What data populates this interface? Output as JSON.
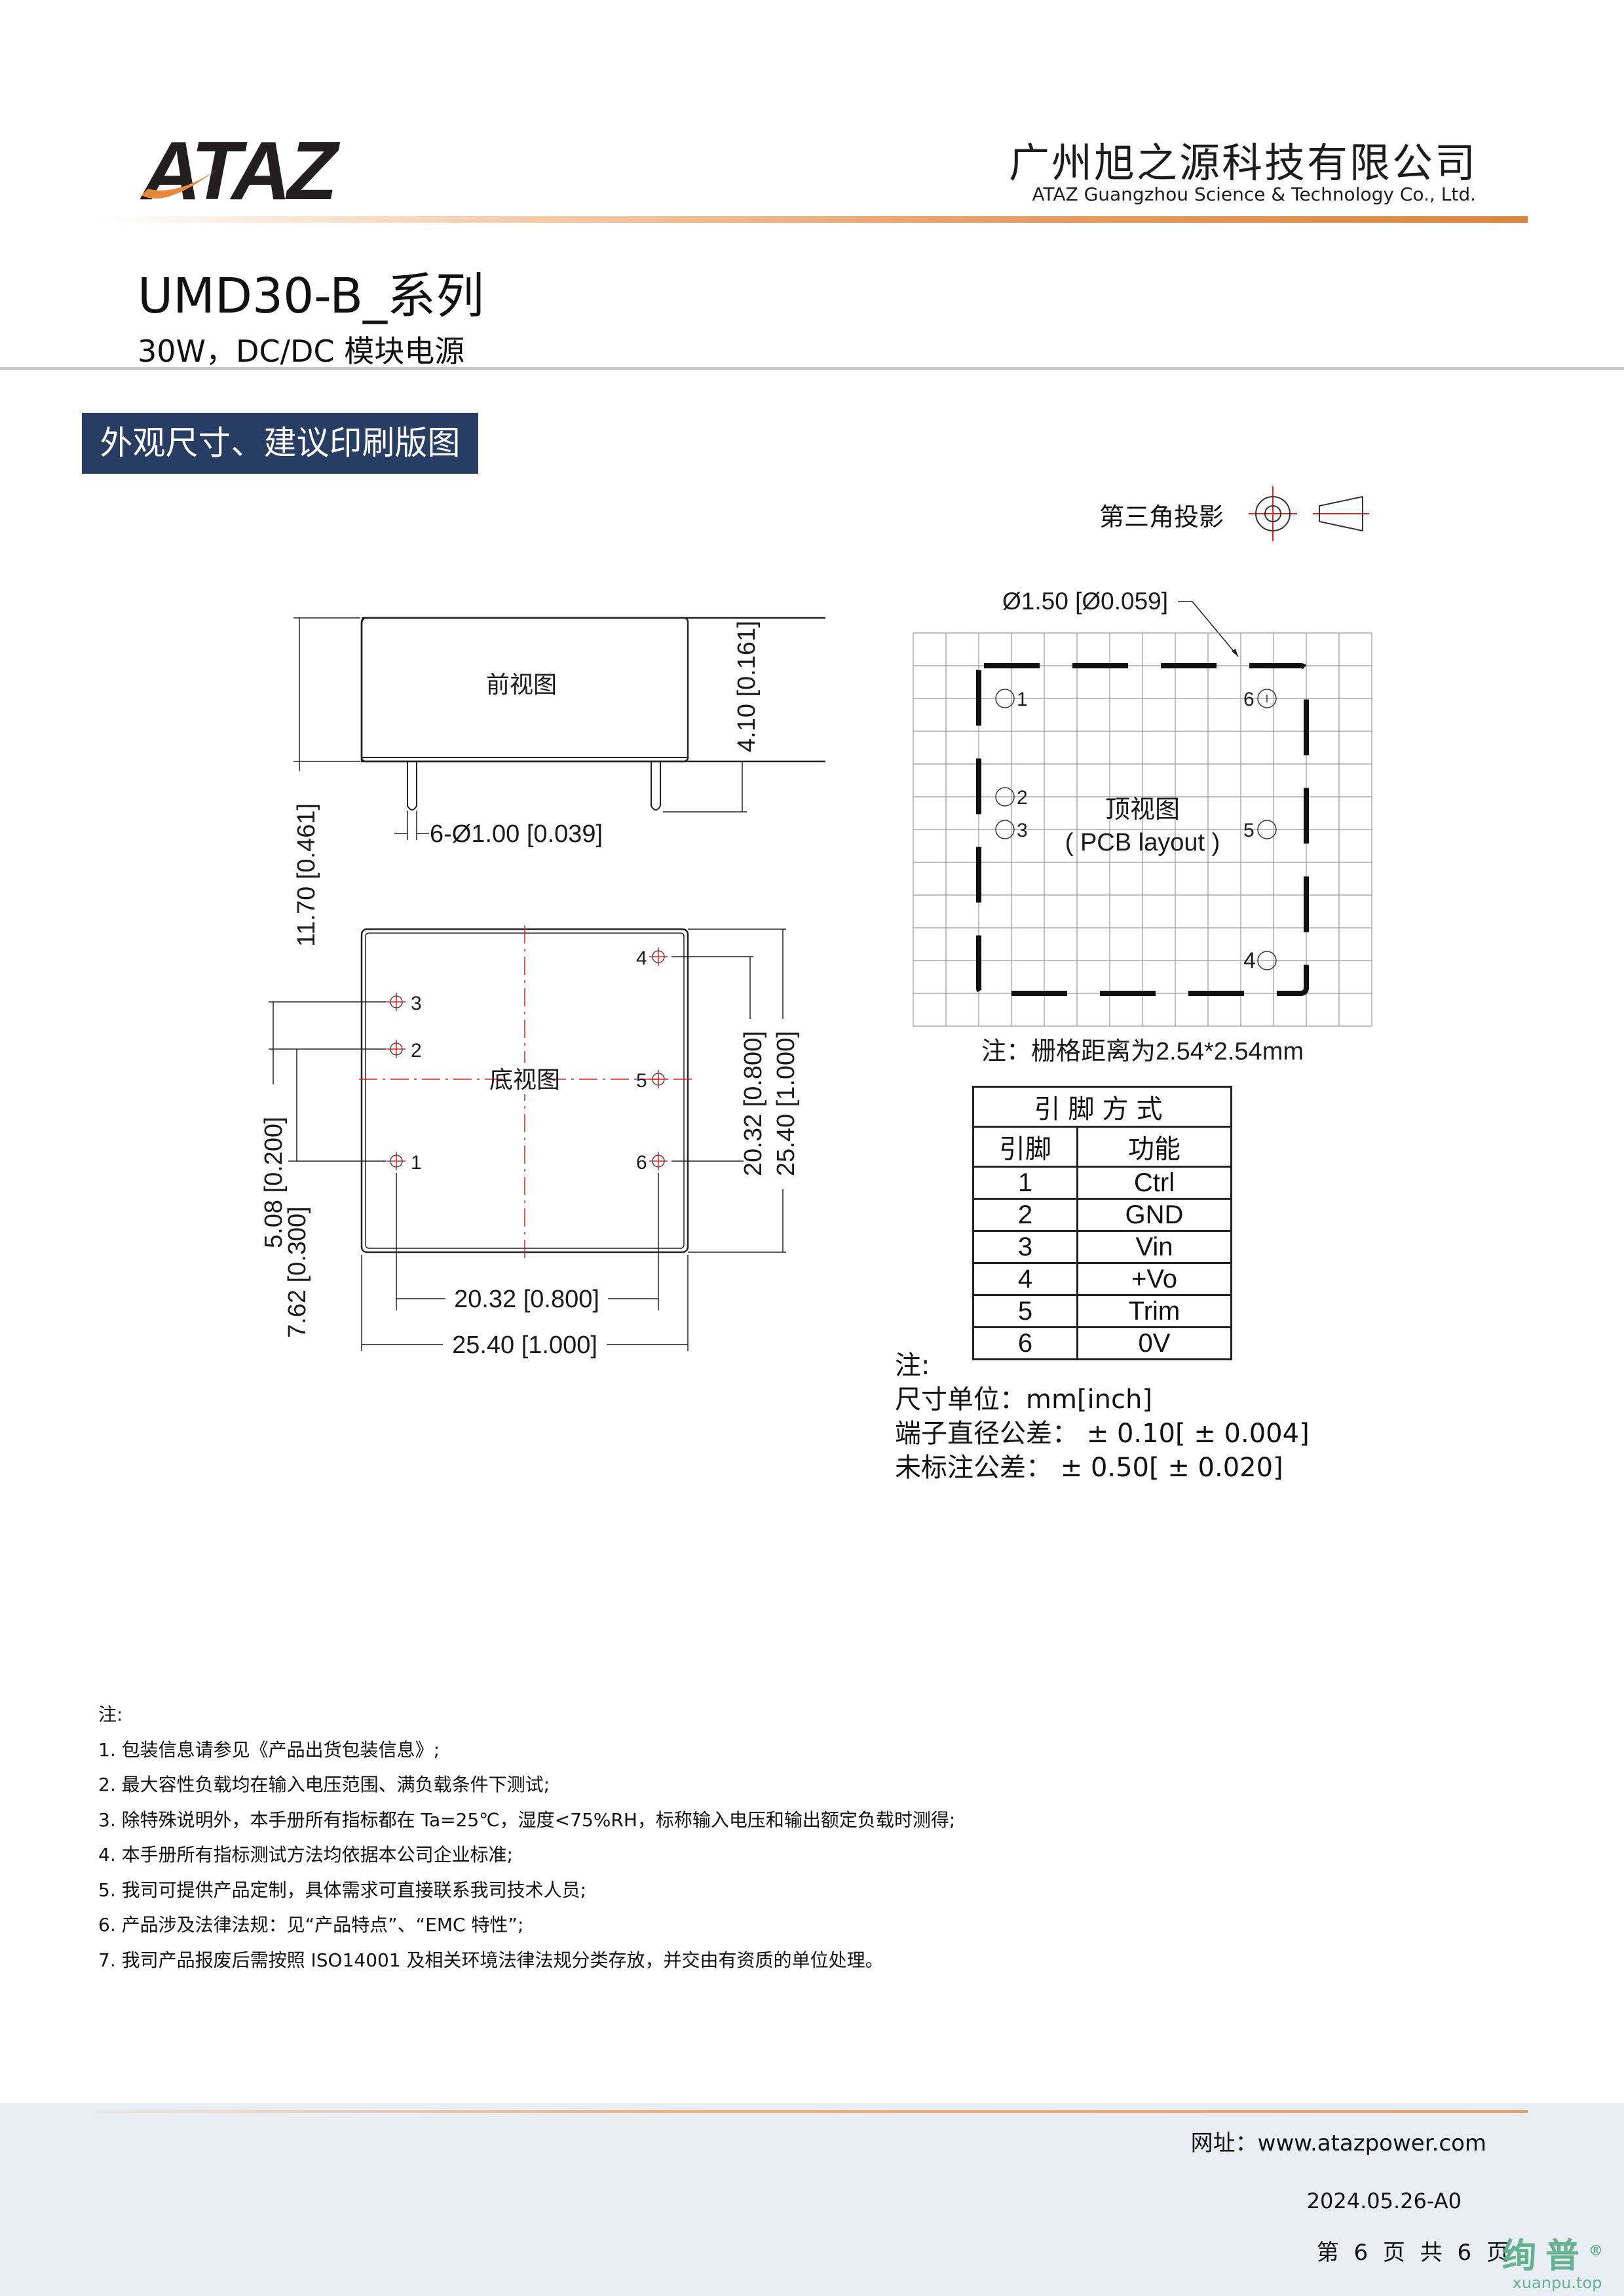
{
  "header": {
    "logo_text": "ATAZ",
    "company_cn": "广州旭之源科技有限公司",
    "company_en": "ATAZ Guangzhou Science & Technology Co., Ltd.",
    "brand_colors": {
      "orange": "#e8893a",
      "dark": "#231f20",
      "navy": "#283d63"
    }
  },
  "product": {
    "title": "UMD30-B_系列",
    "subtitle": "30W，DC/DC 模块电源"
  },
  "section": {
    "heading": "外观尺寸、建议印刷版图",
    "projection_label": "第三角投影"
  },
  "front_view": {
    "label": "前视图",
    "height_dim": "11.70 [0.461]",
    "pin_length_dim": "4.10 [0.161]",
    "pin_diameter_dim": "6-Ø1.00 [0.039]"
  },
  "bottom_view": {
    "label": "底视图",
    "pins": [
      "1",
      "2",
      "3",
      "4",
      "5",
      "6"
    ],
    "dim_pin_spacing_h": "20.32 [0.800]",
    "dim_width": "25.40 [1.000]",
    "dim_pin_spacing_v": "20.32 [0.800]",
    "dim_height": "25.40 [1.000]",
    "dim_pin1_to_pin2": "5.08 [0.200]",
    "dim_pin1_to_pin3": "7.62 [0.300]"
  },
  "top_view": {
    "label": "顶视图",
    "sublabel": "( PCB layout )",
    "hole_dim": "Ø1.50 [Ø0.059]",
    "grid_note": "注：栅格距离为2.54*2.54mm",
    "grid_cols": 14,
    "grid_rows": 12,
    "pins": [
      "1",
      "2",
      "3",
      "4",
      "5",
      "6"
    ]
  },
  "pin_table": {
    "caption": "引脚方式",
    "headers": [
      "引脚",
      "功能"
    ],
    "rows": [
      [
        "1",
        "Ctrl"
      ],
      [
        "2",
        "GND"
      ],
      [
        "3",
        "Vin"
      ],
      [
        "4",
        "+Vo"
      ],
      [
        "5",
        "Trim"
      ],
      [
        "6",
        "0V"
      ]
    ]
  },
  "dimension_notes": {
    "title": "注:",
    "lines": [
      "尺寸单位：mm[inch]",
      "端子直径公差： ± 0.10[ ± 0.004]",
      "未标注公差： ± 0.50[ ± 0.020]"
    ]
  },
  "notes": {
    "title": "注:",
    "items": [
      "1. 包装信息请参见《产品出货包装信息》;",
      "2. 最大容性负载均在输入电压范围、满负载条件下测试;",
      "3. 除特殊说明外，本手册所有指标都在 Ta=25℃，湿度<75%RH，标称输入电压和输出额定负载时测得;",
      "4. 本手册所有指标测试方法均依据本公司企业标准;",
      "5. 我司可提供产品定制，具体需求可直接联系我司技术人员;",
      "6. 产品涉及法律法规：见“产品特点”、“EMC 特性”;",
      "7. 我司产品报废后需按照 ISO14001 及相关环境法律法规分类存放，并交由有资质的单位处理。"
    ]
  },
  "footer": {
    "website": "网址：www.atazpower.com",
    "revision": "2024.05.26-A0",
    "page": "第 6 页 共 6 页",
    "watermark_cn": "绚普",
    "watermark_reg": "®",
    "watermark_en": "xuanpu.top"
  }
}
